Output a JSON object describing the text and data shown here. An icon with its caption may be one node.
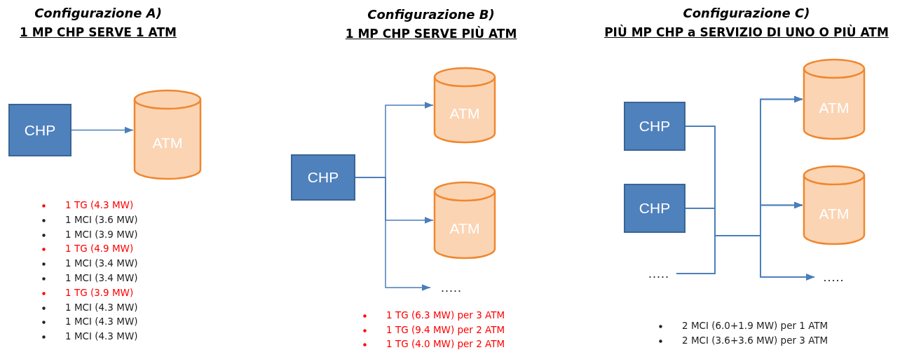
{
  "diagram": {
    "nodes": [
      {
        "text": [
          "CHP"
        ]
      },
      {
        "text": [
          "ATM"
        ]
      },
      {
        "text": [
          "CHP"
        ]
      },
      {
        "text": [
          "ATM"
        ]
      },
      {
        "text": [
          "ATM"
        ]
      },
      {
        "text": [
          "....."
        ]
      },
      {
        "text": [
          "CHP"
        ]
      },
      {
        "text": [
          "CHP"
        ]
      },
      {
        "text": [
          "....."
        ]
      },
      {
        "text": [
          "ATM"
        ]
      },
      {
        "text": [
          "ATM"
        ]
      },
      {
        "text": [
          "....."
        ]
      }
    ],
    "edges": [
      {
        "from": 0,
        "to": 1,
        "arrow": "to"
      },
      {
        "from": 2,
        "to": 3,
        "arrow": "to"
      },
      {
        "from": 2,
        "to": 4,
        "arrow": "to"
      },
      {
        "from": 2,
        "to": 5,
        "arrow": "to"
      },
      {
        "from": 6,
        "to": 9,
        "arrow": "to"
      },
      {
        "from": 6,
        "to": 10,
        "arrow": "to"
      },
      {
        "from": 6,
        "to": 11,
        "arrow": "to"
      },
      {
        "from": 7,
        "to": 9,
        "arrow": "to"
      },
      {
        "from": 7,
        "to": 10,
        "arrow": "to"
      },
      {
        "from": 7,
        "to": 11,
        "arrow": "to"
      },
      {
        "from": 8,
        "to": 9,
        "arrow": "to"
      },
      {
        "from": 8,
        "to": 10,
        "arrow": "to"
      },
      {
        "from": 8,
        "to": 11,
        "arrow": "to"
      }
    ],
    "labels": [
      "Configurazione A)",
      "1 MP CHP SERVE 1 ATM",
      "Configurazione B)",
      "1 MP CHP SERVE PIÙ ATM",
      "Configurazione C)",
      "PIÙ MP CHP a SERVIZIO DI UNO O PIÙ ATM",
      "1 TG (4.3 MW)",
      "1 MCI (3.6 MW)",
      "1 MCI (3.9 MW)",
      "1 TG (4.9 MW)",
      "1 MCI (3.4 MW)",
      "1 MCI (3.4 MW)",
      "1 TG (3.9 MW)",
      "1 MCI (4.3 MW)",
      "1 MCI (4.3 MW)",
      "1 MCI (4.3 MW)",
      "1 TG (6.3 MW) per 3 ATM",
      "1 TG (9.4 MW) per 2 ATM",
      "1 TG (4.0 MW) per 2 ATM",
      "2 MCI (6.0+1.9 MW) per 1 ATM",
      "2 MCI (3.6+3.6 MW) per 3 ATM"
    ]
  }
}
